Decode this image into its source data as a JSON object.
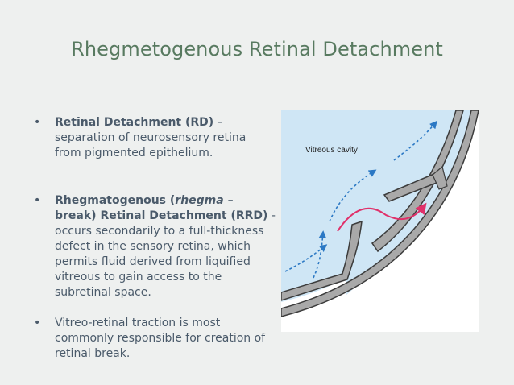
{
  "slide": {
    "title": "Rhegmetogenous Retinal Detachment"
  },
  "bullets": [
    {
      "bold": "Retinal Detachment (RD)",
      "rest": " – separation of neurosensory retina from pigmented epithelium."
    },
    {
      "bold_a": "Rhegmatogenous (",
      "bold_italic": "rhegma",
      "bold_b": " – break) Retinal Detachment (RRD)",
      "rest": " - occurs secondarily to a full-thickness defect in the sensory retina, which permits fluid derived from liquified vitreous to gain access to the subretinal space."
    },
    {
      "rest": "Vitreo-retinal traction is most commonly responsible for creation of retinal break."
    }
  ],
  "figure": {
    "label": "Vitreous cavity",
    "colors": {
      "vitreous": "#cfe6f5",
      "retina": "#a9a9a9",
      "retina_outline": "#3c3c3c",
      "sclera": "#ffffff",
      "dotted_arrow": "#2b78c4",
      "fluid_arrow": "#e0316a"
    },
    "icons": [
      "dotted-fluid-arrow",
      "retinal-break-arrow"
    ]
  }
}
